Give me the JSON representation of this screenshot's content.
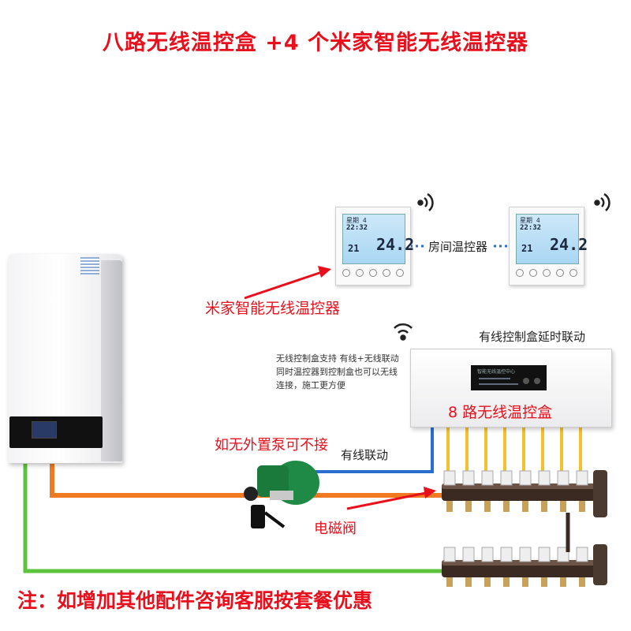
{
  "title": "八路无线温控盒 +4 个米家智能无线温控器",
  "labels": {
    "room_thermostat": "房间温控器",
    "mijia_thermostat": "米家智能无线温控器",
    "wired_delay": "有线控制盒延时联动",
    "control_box_name": "8 路无线温控盒",
    "no_pump": "如无外置泵可不接",
    "wired_link": "有线联动",
    "valve": "电磁阀"
  },
  "description_lines": [
    "无线控制盒支持 有线+无线联动",
    "同时温控器到控制盒也可以无线",
    "连接，施工更方便"
  ],
  "thermostat": {
    "top": "星期 4",
    "time": "22:32",
    "current": "24.2",
    "set": "21"
  },
  "control_box_screen": "智能无线温控中心",
  "note": "注：如增加其他配件咨询客服按套餐优惠",
  "colors": {
    "title": "#e8101c",
    "pipe_orange": "#f07a22",
    "pipe_green": "#5cc33c",
    "pipe_blue": "#2a6fd0",
    "wire_yellow": "#f2c12e"
  },
  "icons": [
    "wifi-icon",
    "arrow-icon",
    "pump-icon",
    "boiler-icon",
    "thermostat-icon",
    "manifold-icon"
  ]
}
